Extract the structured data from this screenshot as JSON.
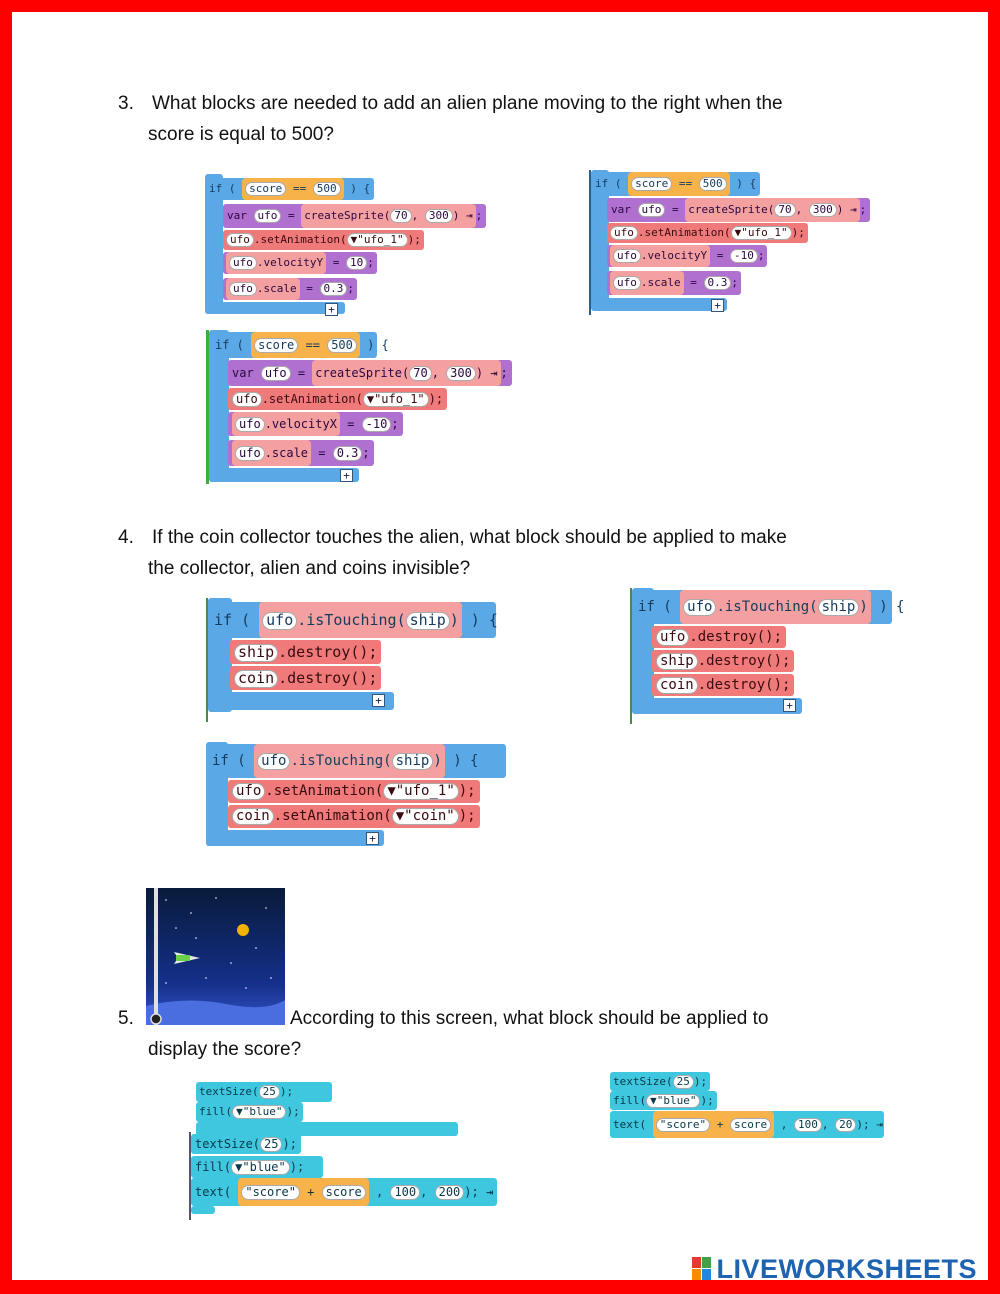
{
  "q3": {
    "number": "3.",
    "line1": "What blocks are needed to add an alien plane moving to the right when the",
    "line2": "score is equal to 500?"
  },
  "q4": {
    "number": "4.",
    "line1": "If the coin collector touches the alien, what block should be applied to make",
    "line2": "the collector, alien and coins invisible?"
  },
  "q5": {
    "number": "5.",
    "line1": "According to this screen, what block should be applied to",
    "line2": "display the score?"
  },
  "code": {
    "kw_if": "if",
    "kw_var": "var",
    "kw_score": "score",
    "eq": "==",
    "v500": "500",
    "ufo": "ufo",
    "createSprite": "createSprite",
    "n70": "70",
    "n300": "300",
    "setAnimation": ".setAnimation",
    "ufo1": "▼\"ufo_1\"",
    "coinAnim": "▼\"coin\"",
    "velocityY": ".velocityY",
    "velocityX": ".velocityX",
    "scale": ".scale",
    "v10": "10",
    "vm10": "-10",
    "v03": "0.3",
    "isTouching": ".isTouching",
    "ship": "ship",
    "coin": "coin",
    "destroy": ".destroy();",
    "textSize": "textSize",
    "n25": "25",
    "fill": "fill",
    "blue": "▼\"blue\"",
    "text": "text",
    "scoreStr": "\"score\"",
    "plus": "+",
    "n100": "100",
    "n200": "200",
    "n20": "20"
  },
  "logo": {
    "text": "LIVEWORKSHEETS"
  },
  "colors": {
    "border": "#ff0000",
    "control": "#5aa9e6",
    "sprite": "#b070d0",
    "action": "#f07a7a",
    "math": "#f7b24a",
    "drawing": "#3fc7e0"
  }
}
